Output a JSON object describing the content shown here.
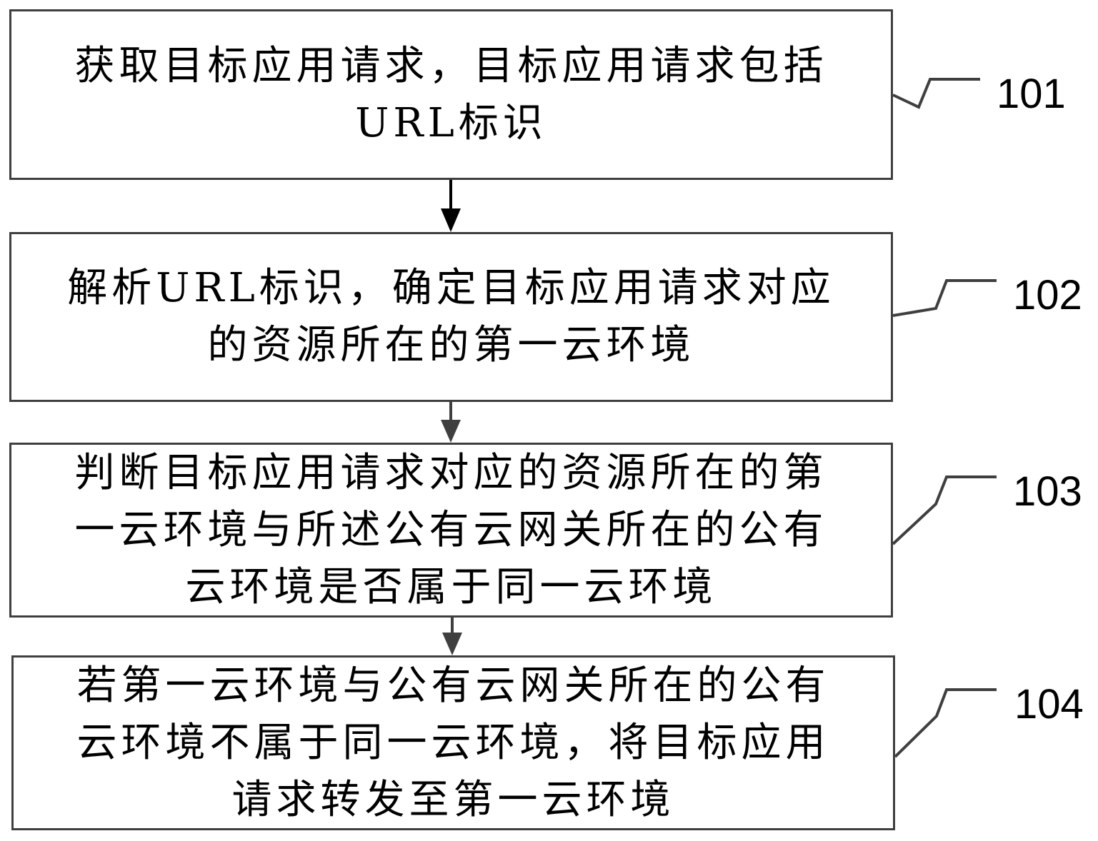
{
  "diagram": {
    "type": "flowchart",
    "steps": [
      {
        "id": "101",
        "label": "101",
        "lines": [
          "获取目标应用请求，目标应用请求包括",
          "URL标识"
        ]
      },
      {
        "id": "102",
        "label": "102",
        "lines": [
          "解析URL标识，确定目标应用请求对应",
          "的资源所在的第一云环境"
        ]
      },
      {
        "id": "103",
        "label": "103",
        "lines": [
          "判断目标应用请求对应的资源所在的第",
          "一云环境与所述公有云网关所在的公有",
          "云环境是否属于同一云环境"
        ]
      },
      {
        "id": "104",
        "label": "104",
        "lines": [
          "若第一云环境与公有云网关所在的公有",
          "云环境不属于同一云环境，将目标应用",
          "请求转发至第一云环境"
        ]
      }
    ],
    "edges": [
      {
        "from": "101",
        "to": "102"
      },
      {
        "from": "102",
        "to": "103"
      },
      {
        "from": "103",
        "to": "104"
      }
    ],
    "colors": {
      "stroke": "#3f3f3f",
      "text": "#000000",
      "background": "#ffffff"
    }
  }
}
